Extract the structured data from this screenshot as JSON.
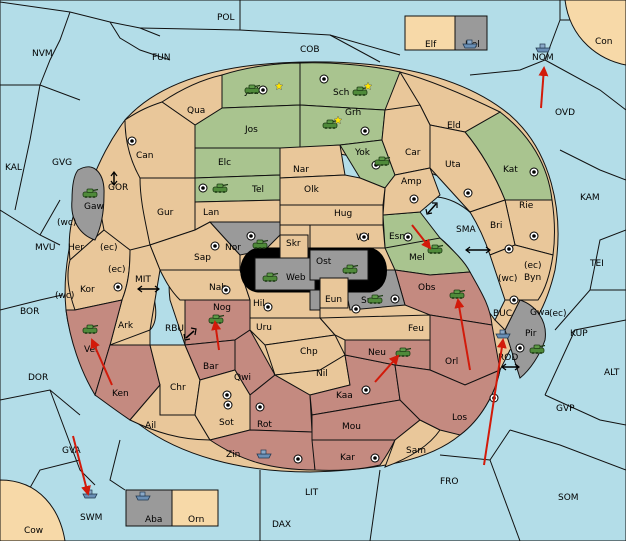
{
  "colors": {
    "sea": "#b3dde8",
    "tan": "#e9c79a",
    "green": "#a9c48f",
    "red": "#c48a80",
    "gray": "#9a9a9a",
    "land": "#f7d9a8",
    "arrow": "#d21a0a"
  },
  "provinces": {
    "POL": "POL",
    "NVM": "NVM",
    "FUN": "FUN",
    "COB": "COB",
    "Elf": "Elf",
    "Hel": "Hel",
    "Con": "Con",
    "NOM": "NOM",
    "OVD": "OVD",
    "KAL": "KAL",
    "GVG": "GVG",
    "GOR": "GOR",
    "Gaw": "Gaw",
    "wc1": "(wc)",
    "ec1": "(ec)",
    "Her": "Her",
    "MVU": "MVU",
    "ec2": "(ec)",
    "MIT": "MIT",
    "Kor": "Kor",
    "wc2": "(wc)",
    "BOR": "BOR",
    "Ark": "Ark",
    "Vel": "Vel",
    "RBU": "RBU",
    "DOR": "DOR",
    "Ken": "Ken",
    "Chr": "Chr",
    "Ail": "Ail",
    "GVA": "GVA",
    "SWM": "SWM",
    "Cow": "Cow",
    "Aba": "Aba",
    "Orn": "Orn",
    "DAX": "DAX",
    "LIT": "LIT",
    "Qua": "Qua",
    "Jad": "Jad",
    "Sch": "Sch",
    "Jos": "Jos",
    "Grh": "Grh",
    "Can": "Can",
    "Eld": "Eld",
    "Car": "Car",
    "Yok": "Yok",
    "Nar": "Nar",
    "Elc": "Elc",
    "Uta": "Uta",
    "Kat": "Kat",
    "Amp": "Amp",
    "Tel": "Tel",
    "Olk": "Olk",
    "KAM": "KAM",
    "Gur": "Gur",
    "Lan": "Lan",
    "Hug": "Hug",
    "Rie": "Rie",
    "Bri": "Bri",
    "SMA": "SMA",
    "Esm": "Esm",
    "Wil": "Wil",
    "Nor": "Nor",
    "Skr": "Skr",
    "Ost": "Ost",
    "Mel": "Mel",
    "TEI": "TEI",
    "Sap": "Sap",
    "Web": "Web",
    "ec3": "(ec)",
    "Byn": "Byn",
    "wc3": "(wc)",
    "Nab": "Nab",
    "Eun": "Eun",
    "Sun": "Sun",
    "Obs": "Obs",
    "Gwa": "Gwa",
    "ec4": "(ec)",
    "Nog": "Nog",
    "Hil": "Hil",
    "BUC": "BUC",
    "Pir": "Pir",
    "KUP": "KUP",
    "Uru": "Uru",
    "Feu": "Feu",
    "ROD": "ROD",
    "Chp": "Chp",
    "Neu": "Neu",
    "Orl": "Orl",
    "Bar": "Bar",
    "Qwi": "Qwi",
    "Nil": "Nil",
    "ALT": "ALT",
    "Kaa": "Kaa",
    "Sot": "Sot",
    "Rot": "Rot",
    "Mou": "Mou",
    "Los": "Los",
    "GVP": "GVP",
    "Sam": "Sam",
    "Zin": "Zin",
    "Kar": "Kar",
    "FRO": "FRO",
    "SOM": "SOM"
  }
}
